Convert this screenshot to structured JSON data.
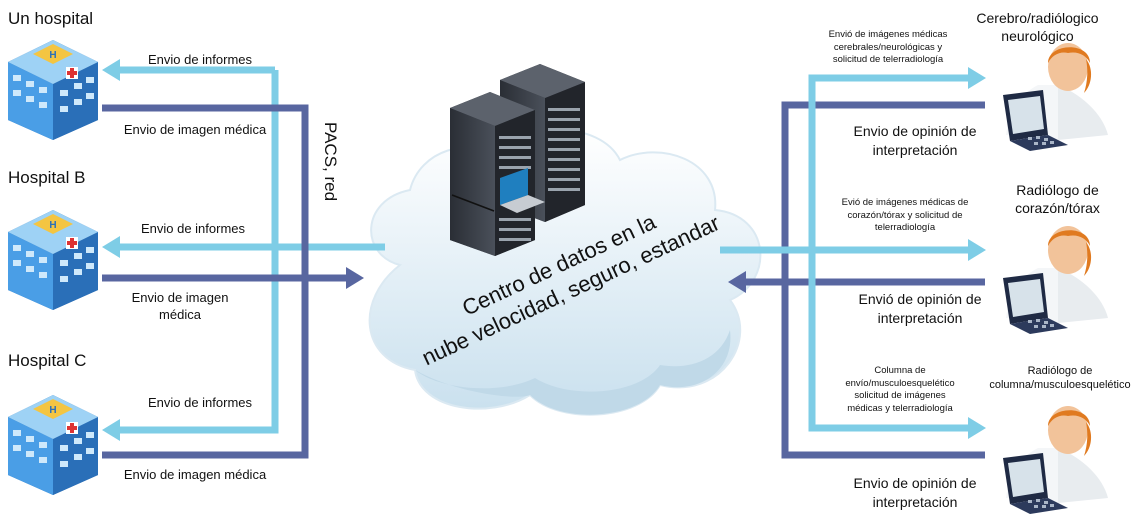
{
  "hospitals": [
    {
      "name": "Un hospital",
      "send_reports": "Envio de informes",
      "send_image": "Envio de imagen médica"
    },
    {
      "name": "Hospital B",
      "send_reports": "Envio de informes",
      "send_image_line1": "Envio de imagen",
      "send_image_line2": "médica"
    },
    {
      "name": "Hospital C",
      "send_reports": "Envio de informes",
      "send_image": "Envio de imagen médica"
    }
  ],
  "network_label": "PACS, red",
  "cloud": {
    "line1": "Centro de datos en la",
    "line2": "nube velocidad, seguro, estandar"
  },
  "specialists": [
    {
      "title_line1": "Cerebro/radiólogico",
      "title_line2": "neurológico",
      "request_lines": [
        "Envió de imágenes médicas",
        "cerebrales/neurológicas y",
        "solicitud de telerradiología"
      ],
      "opinion_line1": "Envio de opinión de",
      "opinion_line2": "interpretación"
    },
    {
      "title_line1": "Radiólogo de",
      "title_line2": "corazón/tórax",
      "request_lines": [
        "Evió de imágenes médicas de",
        "corazón/tórax y solicitud de",
        "telerradiología"
      ],
      "opinion_line1": "Envió de opinión de",
      "opinion_line2": "interpretación"
    },
    {
      "title_line1": "Radiólogo de",
      "title_line2": "columna/musculoesquelético",
      "request_lines": [
        "Columna de",
        "envío/musculoesquelético",
        "solicitud de imágenes",
        "médicas y telerradiología"
      ],
      "opinion_line1": "Envio de opinión de",
      "opinion_line2": "interpretación"
    }
  ],
  "colors": {
    "light_arrow": "#7ecde6",
    "dark_arrow": "#5866a0",
    "cloud": "#e4f1f8",
    "building": "#3f8fd8",
    "skin": "#f2c39a",
    "hair": "#e07a20"
  }
}
